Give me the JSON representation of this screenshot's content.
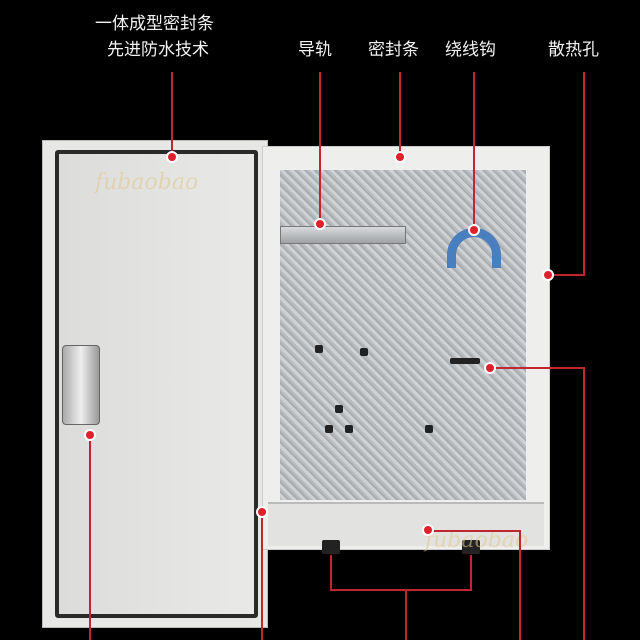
{
  "labels": {
    "seal_line1": "一体成型密封条",
    "seal_line2": "先进防水技术",
    "rail": "导轨",
    "seal_strip": "密封条",
    "wire_hook": "绕线钩",
    "vent": "散热孔"
  },
  "watermark": "fubaobao",
  "colors": {
    "background": "#000000",
    "callout": "#e0202a",
    "hook": "#4a7fbf"
  }
}
